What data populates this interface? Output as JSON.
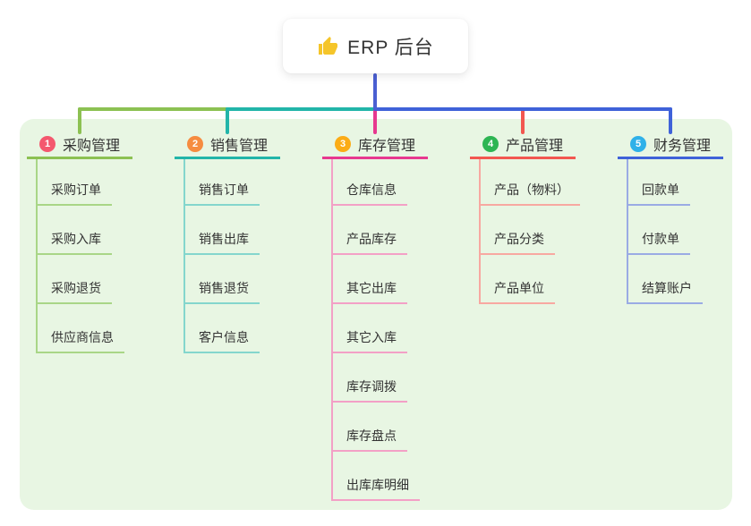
{
  "root": {
    "label": "ERP 后台",
    "icon": "thumbs-up-icon",
    "icon_color": "#f5c52a",
    "line_color": "#4a5fd2"
  },
  "panel_color": "#e8f6e3",
  "text_color": "#333333",
  "branches": [
    {
      "badge": "1",
      "label": "采购管理",
      "colors": {
        "badge": "#f4586e",
        "line": "#8cc152",
        "child_line": "#a9d687"
      },
      "children": [
        "采购订单",
        "采购入库",
        "采购退货",
        "供应商信息"
      ]
    },
    {
      "badge": "2",
      "label": "销售管理",
      "colors": {
        "badge": "#f68c40",
        "line": "#22b5a9",
        "child_line": "#84d6cd"
      },
      "children": [
        "销售订单",
        "销售出库",
        "销售退货",
        "客户信息"
      ]
    },
    {
      "badge": "3",
      "label": "库存管理",
      "colors": {
        "badge": "#fbac16",
        "line": "#e7388f",
        "child_line": "#f3a0c6"
      },
      "children": [
        "仓库信息",
        "产品库存",
        "其它出库",
        "其它入库",
        "库存调拨",
        "库存盘点",
        "出库库明细"
      ]
    },
    {
      "badge": "4",
      "label": "产品管理",
      "colors": {
        "badge": "#2db553",
        "line": "#f25750",
        "child_line": "#f8a8a1"
      },
      "children": [
        "产品（物料）",
        "产品分类",
        "产品单位"
      ]
    },
    {
      "badge": "5",
      "label": "财务管理",
      "colors": {
        "badge": "#2fb1e9",
        "line": "#3f62d9",
        "child_line": "#9aabe4"
      },
      "children": [
        "回款单",
        "付款单",
        "结算账户"
      ]
    }
  ]
}
